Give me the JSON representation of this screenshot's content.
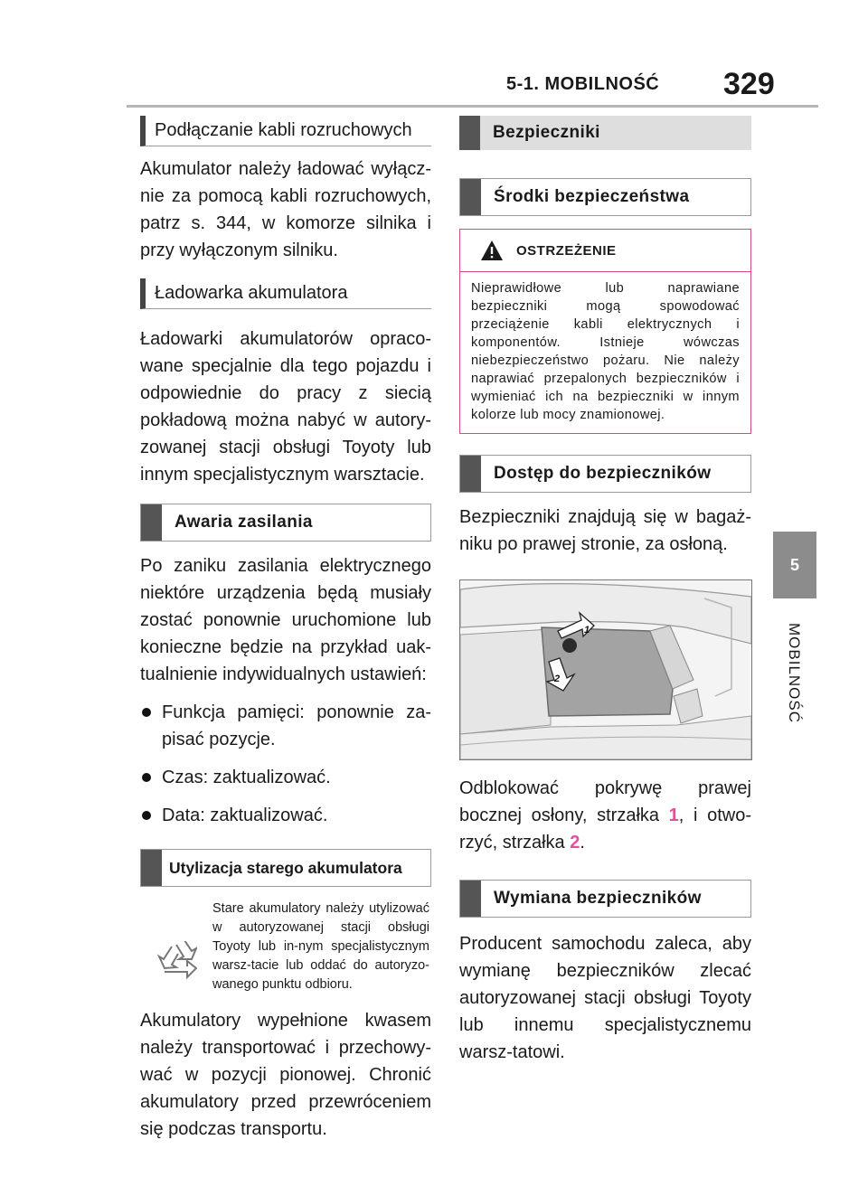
{
  "header": {
    "section": "5-1. MOBILNOŚĆ",
    "page_number": "329"
  },
  "side_tab": {
    "number": "5",
    "label": "MOBILNOŚĆ"
  },
  "left": {
    "jump_heading": "Podłączanie kabli rozruchowych",
    "jump_text": "Akumulator należy ładować wyłącz-nie za pomocą kabli rozruchowych, patrz s. 344, w komorze silnika i przy wyłączonym silniku.",
    "charger_heading": "Ładowarka akumulatora",
    "charger_text": "Ładowarki akumulatorów opraco-wane specjalnie dla tego pojazdu i odpowiednie do pracy z siecią pokładową można nabyć w autory-zowanej stacji obsługi Toyoty lub innym specjalistycznym warsztacie.",
    "power_heading": "Awaria zasilania",
    "power_text": "Po zaniku zasilania elektrycznego niektóre urządzenia będą musiały zostać ponownie uruchomione lub konieczne będzie na przykład uak-tualnienie indywidualnych ustawień:",
    "bullets": [
      "Funkcja pamięci: ponownie za-pisać pozycje.",
      "Czas: zaktualizować.",
      "Data: zaktualizować."
    ],
    "disposal_heading": "Utylizacja starego akumulatora",
    "disposal_note": "Stare akumulatory należy utylizować w autoryzowanej stacji obsługi Toyoty lub in-nym specjalistycznym warsz-tacie lub oddać do autoryzo-wanego punktu odbioru.",
    "transport_text": "Akumulatory wypełnione kwasem należy transportować i przechowy-wać w pozycji pionowej. Chronić akumulatory przed przewróceniem się podczas transportu."
  },
  "right": {
    "fuses_heading": "Bezpieczniki",
    "safety_heading": "Środki bezpieczeństwa",
    "warning_title": "OSTRZEŻENIE",
    "warning_text": "Nieprawidłowe lub naprawiane bezpieczniki mogą spowodować przeciążenie kabli elektrycznych i komponentów. Istnieje wówczas niebezpieczeństwo pożaru. Nie należy naprawiać przepalonych bezpieczników i wymieniać ich na bezpieczniki w innym kolorze lub mocy znamionowej.",
    "access_heading": "Dostęp do bezpieczników",
    "access_text": "Bezpieczniki znajdują się w bagaż-niku po prawej stronie, za osłoną.",
    "figure_arrow_1": "1",
    "figure_arrow_2": "2",
    "caption_a": "Odblokować pokrywę prawej bocznej osłony, strzałka ",
    "caption_num1": "1",
    "caption_b": ", i otwo-rzyć, strzałka ",
    "caption_num2": "2",
    "caption_c": ".",
    "replace_heading": "Wymiana bezpieczników",
    "replace_text": "Producent samochodu zaleca, aby wymianę bezpieczników zlecać autoryzowanej stacji obsługi Toyoty lub innemu specjalistycznemu warsz-tatowi."
  },
  "colors": {
    "accent": "#e0539b",
    "warning_border": "#d9488f",
    "tab": "#8c8c8c"
  },
  "icons": [
    "warning-triangle-icon",
    "recycle-icon"
  ]
}
